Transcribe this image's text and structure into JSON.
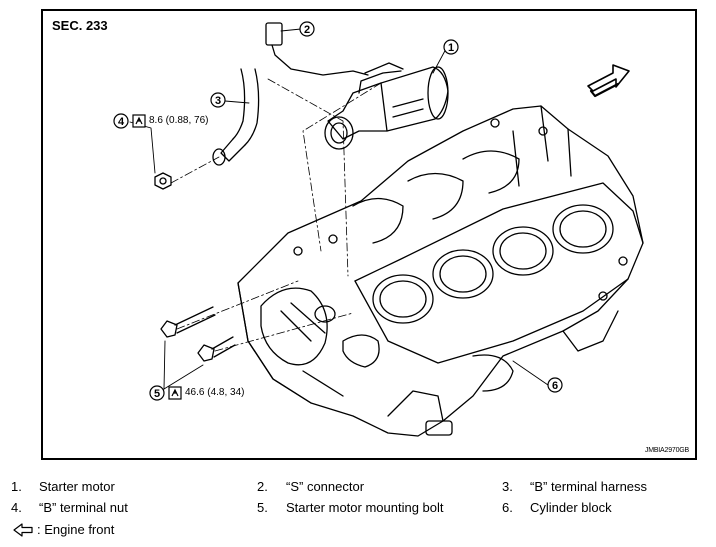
{
  "figure": {
    "section": "SEC. 233",
    "code": "JMBIA2970GB",
    "torque_4": "8.6 (0.88, 76)",
    "torque_5": "46.6 (4.8, 34)",
    "callouts": [
      "1",
      "2",
      "3",
      "4",
      "5",
      "6"
    ]
  },
  "legend": [
    {
      "num": "1.",
      "label": "Starter motor"
    },
    {
      "num": "2.",
      "label": "“S” connector"
    },
    {
      "num": "3.",
      "label": "“B” terminal harness"
    },
    {
      "num": "4.",
      "label": "“B” terminal nut"
    },
    {
      "num": "5.",
      "label": "Starter motor mounting bolt"
    },
    {
      "num": "6.",
      "label": "Cylinder block"
    }
  ],
  "front_note": ": Engine front"
}
